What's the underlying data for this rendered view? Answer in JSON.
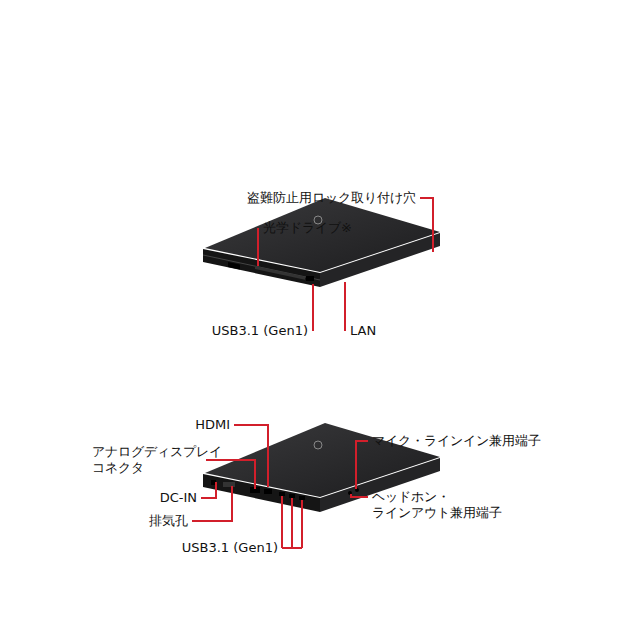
{
  "diagram": {
    "labels": [
      "盗難防止用ロック取り付け穴",
      "光学ドライブ※",
      "USB3.1 (Gen1)",
      "LAN",
      "HDMI",
      "アナログディスプレイ コネクタ",
      "マイク・ラインイン兼用端子",
      "DC-IN",
      "ヘッドホン・ ラインアウト兼用端子",
      "排気孔",
      "USB3.1 (Gen1)"
    ]
  }
}
